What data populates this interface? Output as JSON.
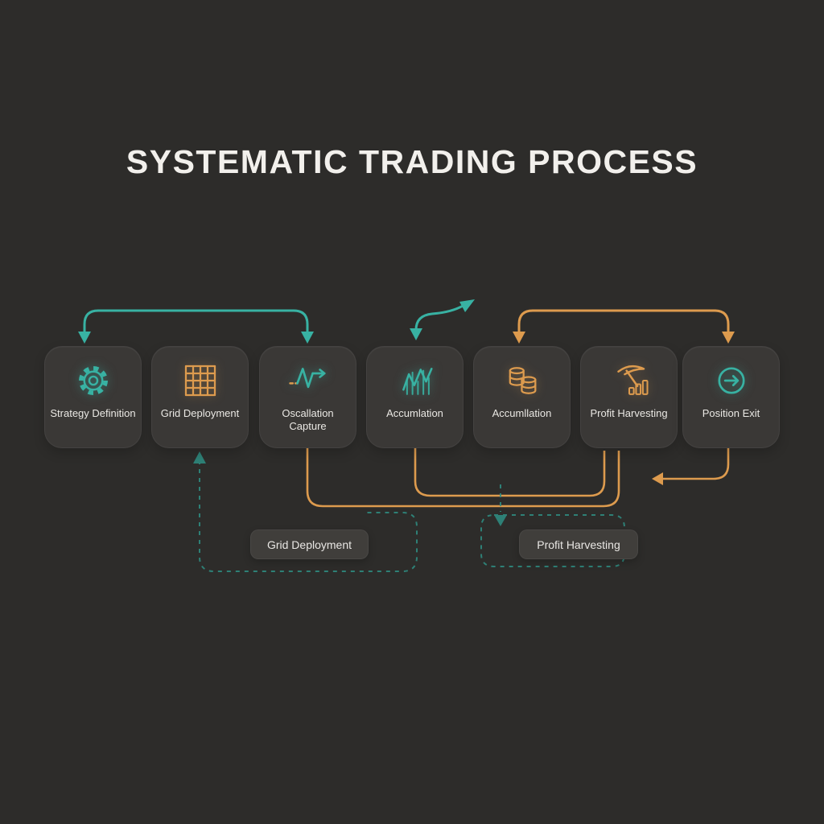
{
  "title": "SYSTEMATIC TRADING PROCESS",
  "colors": {
    "background": "#2d2c2a",
    "card": "#3a3836",
    "teal": "#38b2a3",
    "teal_dim": "#2f8f84",
    "orange": "#dd9b4e",
    "text": "#eae8e4"
  },
  "stages": [
    {
      "label": "Strategy Definition",
      "icon": "gear-icon",
      "accent": "#38b2a3"
    },
    {
      "label": "Grid Deployment",
      "icon": "grid-icon",
      "accent": "#dd9b4e"
    },
    {
      "label": "Oscallation Capture",
      "icon": "oscillation-wave-icon",
      "accent": "#38b2a3"
    },
    {
      "label": "Accumlation",
      "icon": "line-chart-icon",
      "accent": "#38b2a3"
    },
    {
      "label": "Accumllation",
      "icon": "coin-stacks-icon",
      "accent": "#dd9b4e"
    },
    {
      "label": "Profit Harvesting",
      "icon": "scythe-bars-icon",
      "accent": "#dd9b4e"
    },
    {
      "label": "Position Exit",
      "icon": "arrow-circle-icon",
      "accent": "#38b2a3"
    }
  ],
  "callouts": [
    {
      "label": "Grid Deployment"
    },
    {
      "label": "Profit Harvesting"
    }
  ]
}
